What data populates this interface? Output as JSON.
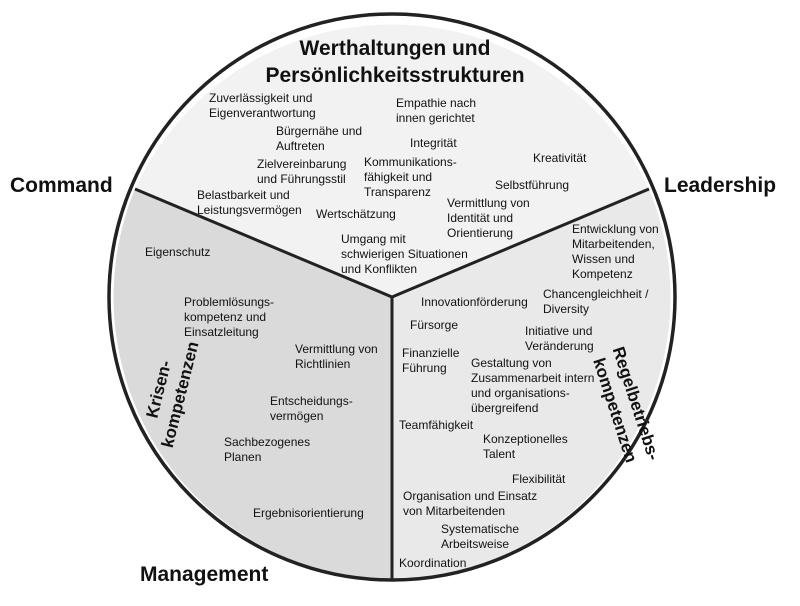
{
  "corners": {
    "command": "Command",
    "leadership": "Leadership",
    "management": "Management"
  },
  "top_section": {
    "title": "Werthaltungen und\nPersönlichkeitsstrukturen",
    "items": [
      "Zuverlässigkeit und\nEigenverantwortung",
      "Empathie nach\ninnen gerichtet",
      "Bürgernähe und\nAuftreten",
      "Integrität",
      "Kreativität",
      "Zielvereinbarung\nund Führungsstil",
      "Kommunikations-\nfähigkeit und\nTransparenz",
      "Selbstführung",
      "Belastbarkeit und\nLeistungsvermögen",
      "Wertschätzung",
      "Vermittlung von\nIdentität und\nOrientierung",
      "Umgang mit\nschwierigen Situationen\nund Konflikten"
    ]
  },
  "left_section": {
    "title": "Krisen-\nkompetenzen",
    "items": [
      "Eigenschutz",
      "Problemlösungs-\nkompetenz und\nEinsatzleitung",
      "Vermittlung von\nRichtlinien",
      "Entscheidungs-\nvermögen",
      "Sachbezogenes\nPlanen",
      "Ergebnisorientierung"
    ]
  },
  "right_section": {
    "title": "Regelbetriebs-\nkompetenzen",
    "items": [
      "Entwicklung von\nMitarbeitenden,\nWissen und\nKompetenz",
      "Innovationförderung",
      "Chancengleichheit /\nDiversity",
      "Fürsorge",
      "Initiative und\nVeränderung",
      "Finanzielle\nFührung",
      "Gestaltung von\nZusammenarbeit intern\nund organisations-\nübergreifend",
      "Teamfähigkeit",
      "Konzeptionelles\nTalent",
      "Flexibilität",
      "Organisation und Einsatz\nvon Mitarbeitenden",
      "Systematische\nArbeitsweise",
      "Koordination"
    ]
  },
  "colors": {
    "top": "#f2f2f2",
    "left": "#dadada",
    "right": "#e9e9e9",
    "line": "#222222"
  }
}
